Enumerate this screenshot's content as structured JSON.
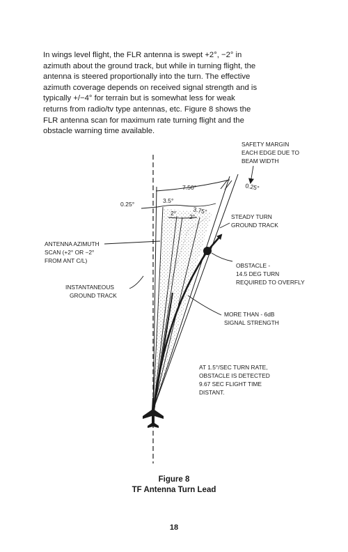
{
  "paragraph": {
    "lines": [
      "In wings level flight, the FLR antenna is swept +2°, −2° in",
      "azimuth about the ground track, but while in turning flight, the",
      "antenna is steered proportionally into the turn. The effective",
      "azimuth coverage depends on received signal strength and is",
      "typically +/−4° for terrain but is somewhat less for weak",
      "returns from radio/tv type antennas, etc. Figure 8 shows the",
      "FLR antenna scan for maximum rate turning flight and the",
      "obstacle warning time available."
    ]
  },
  "figure": {
    "angles": {
      "total": "7.50°",
      "margin_left": "0.25°",
      "margin_right": "0.25°",
      "inner": "3.5°",
      "outer": "3.75°",
      "scan_left": "2°",
      "scan_right": "2°"
    },
    "labels": {
      "safety_margin": [
        "SAFETY MARGIN",
        "EACH EDGE DUE TO",
        "BEAM WIDTH"
      ],
      "steady_turn": [
        "STEADY TURN",
        "GROUND TRACK"
      ],
      "antenna_scan": [
        "ANTENNA AZIMUTH",
        "SCAN (+2° OR −2°",
        "FROM ANT C/L)"
      ],
      "obstacle": [
        "OBSTACLE -",
        "14.5 DEG TURN",
        "REQUIRED TO OVERFLY"
      ],
      "instantaneous": [
        "INSTANTANEOUS",
        "GROUND TRACK"
      ],
      "signal": [
        "MORE THAN - 6dB",
        "SIGNAL STRENGTH"
      ],
      "detection": [
        "AT 1.5°/SEC TURN RATE,",
        "OBSTACLE IS DETECTED",
        "9.67 SEC FLIGHT TIME",
        "DISTANT."
      ]
    }
  },
  "caption": {
    "number": "Figure 8",
    "title": "TF Antenna Turn Lead"
  },
  "page_number": "18"
}
